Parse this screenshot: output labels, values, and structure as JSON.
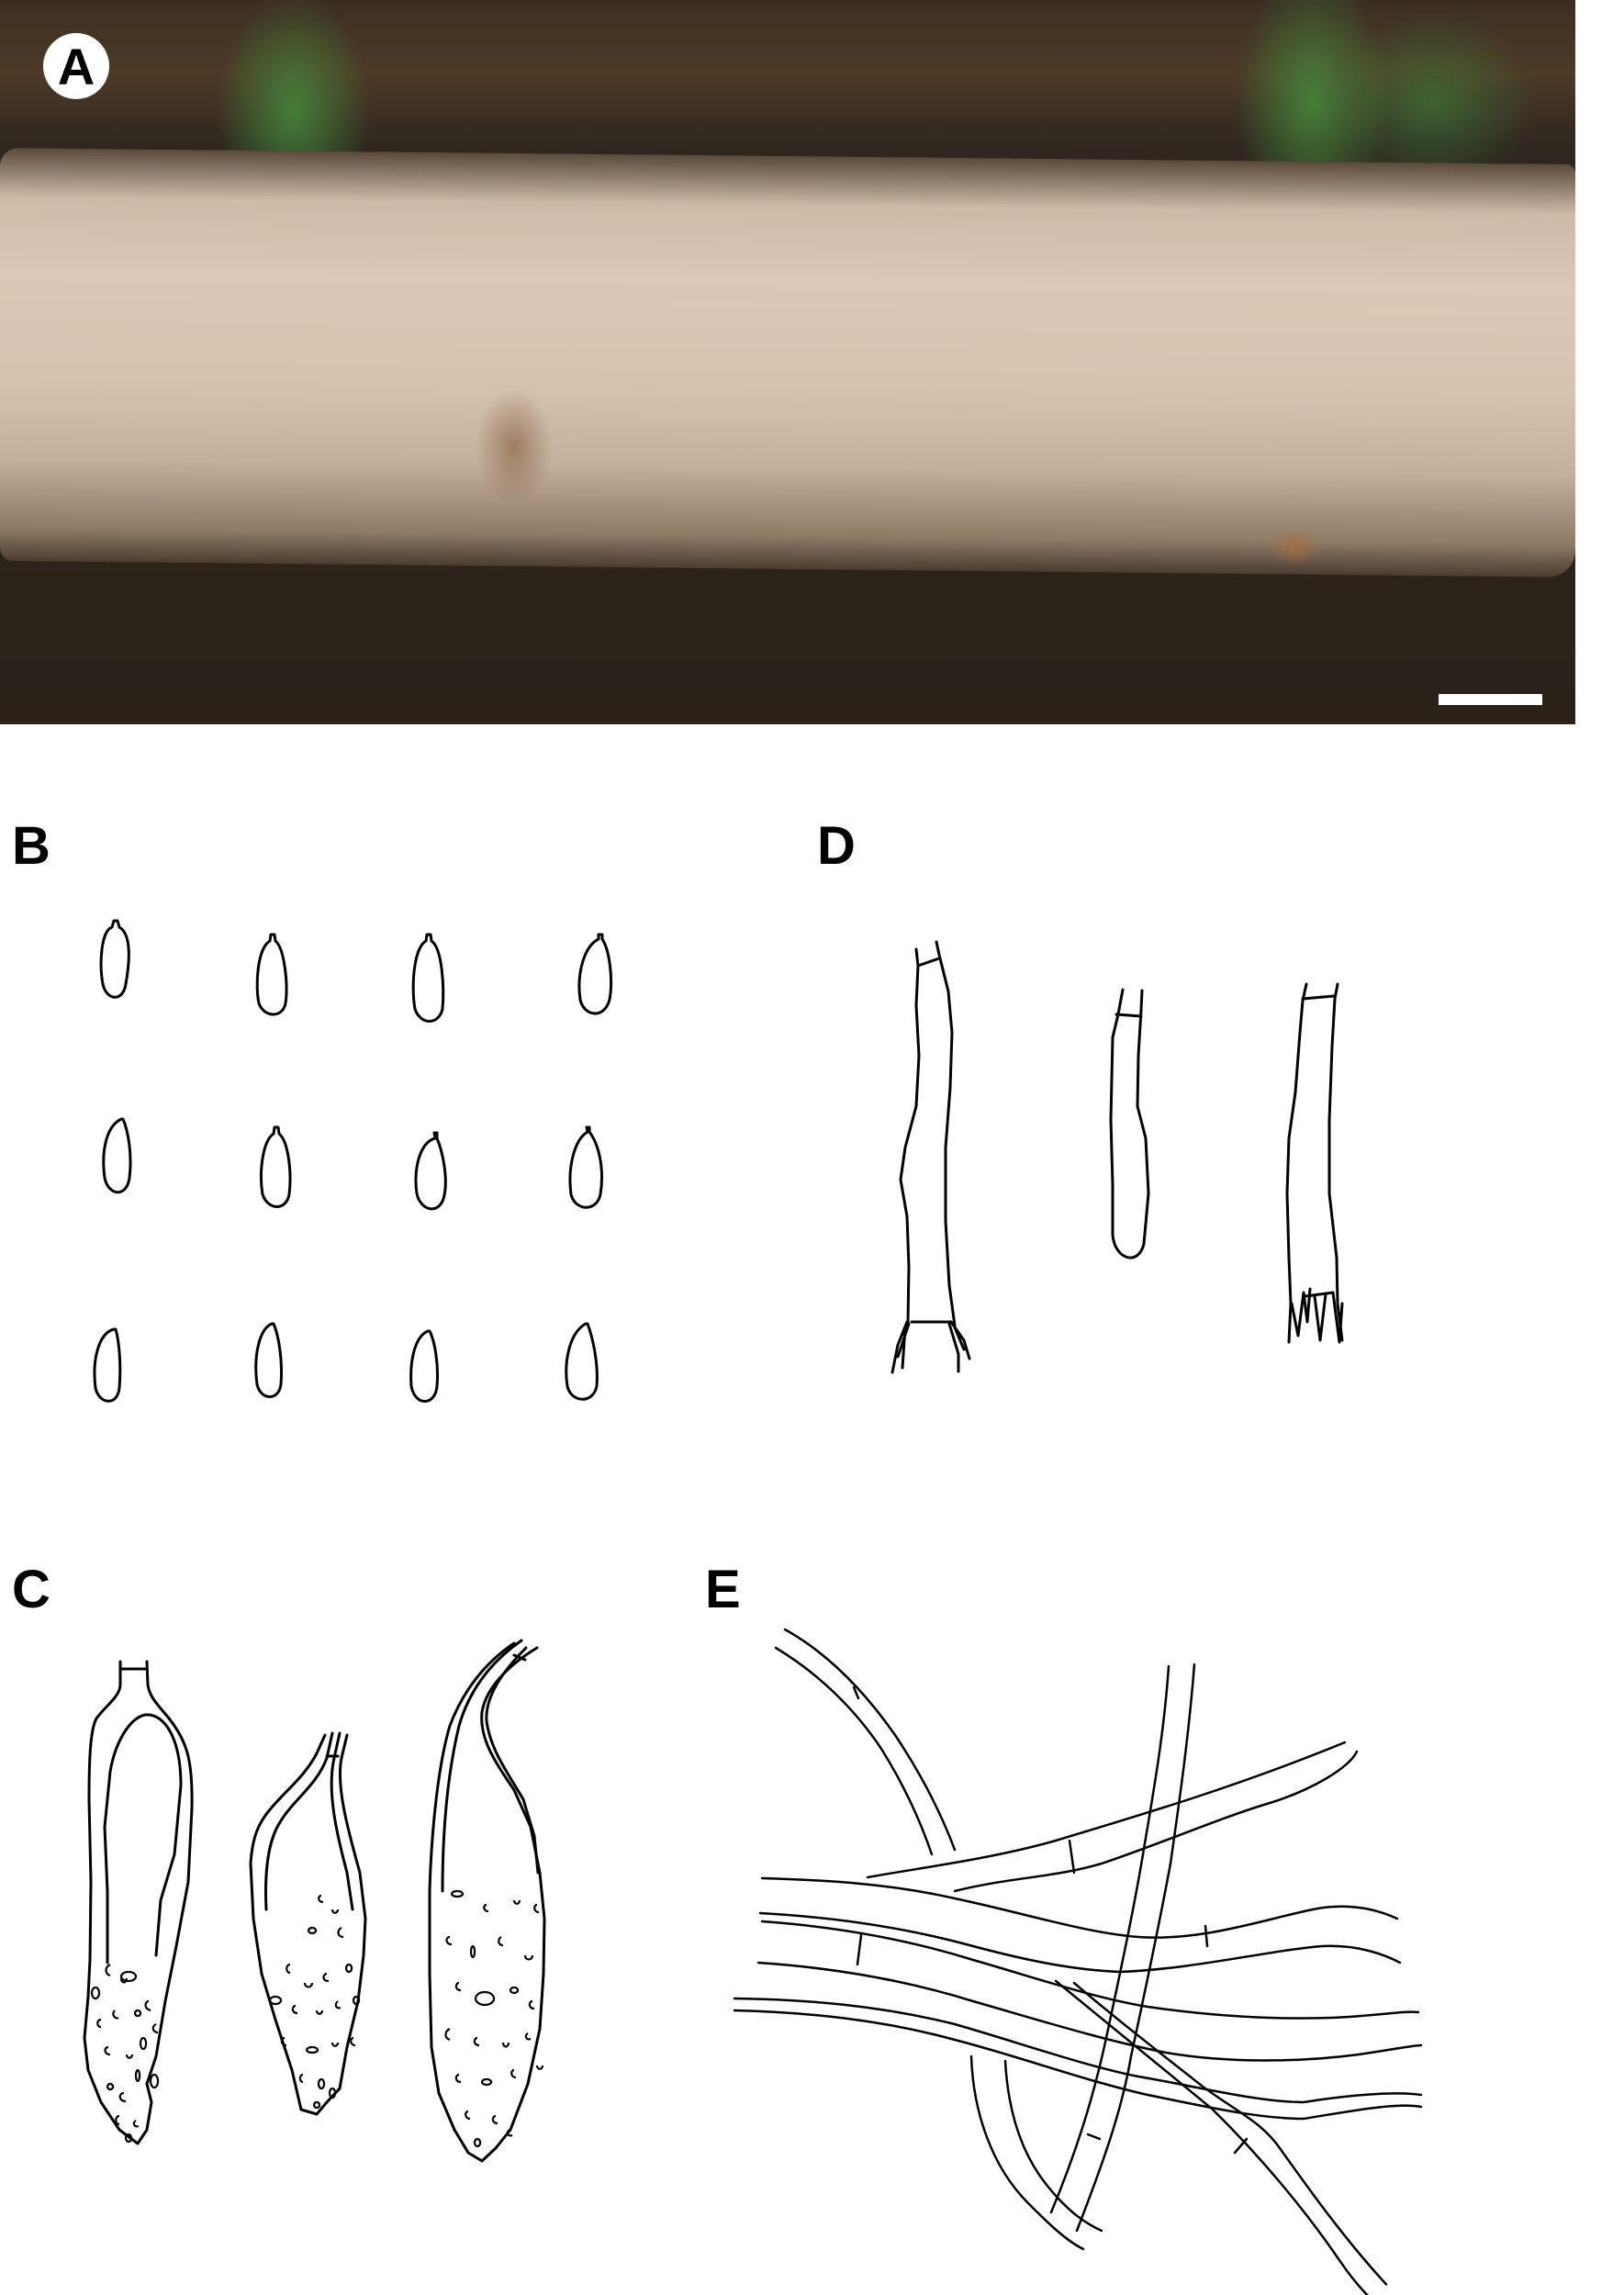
{
  "figure": {
    "panels": [
      {
        "id": "A",
        "label": "A",
        "content": "photograph of basidiome on wood",
        "scale_bar": true
      },
      {
        "id": "B",
        "label": "B",
        "content": "basidiospores",
        "count": 12
      },
      {
        "id": "C",
        "label": "C",
        "content": "cystidia",
        "count": 3
      },
      {
        "id": "D",
        "label": "D",
        "content": "basidia and basidiole",
        "count": 3
      },
      {
        "id": "E",
        "label": "E",
        "content": "hyphae from subiculum"
      }
    ]
  },
  "colors": {
    "background": "#ffffff",
    "line": "#000000",
    "scale_bar": "#ffffff",
    "label_circle": "#ffffff"
  }
}
